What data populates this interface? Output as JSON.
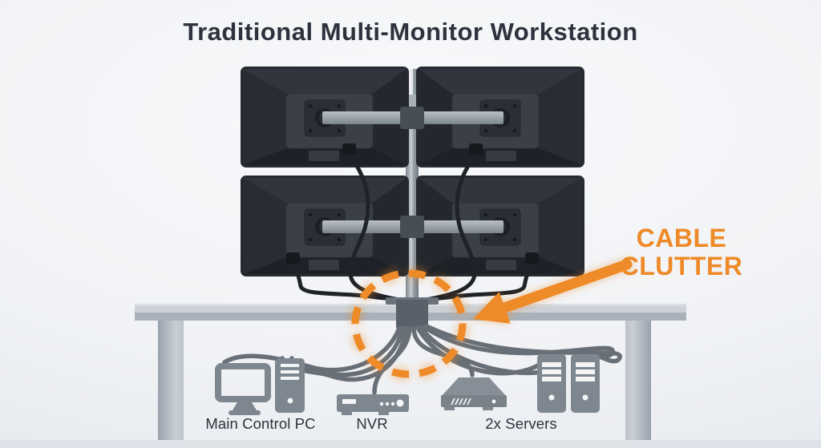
{
  "title": "Traditional Multi-Monitor Workstation",
  "callout": {
    "line1": "CABLE",
    "line2": "CLUTTER"
  },
  "devices": [
    {
      "label": "Main Control PC",
      "icon": "desktop-pc-icon"
    },
    {
      "label": "NVR",
      "icon": "nvr-icon"
    },
    {
      "label": "2x Servers",
      "icon": "server-towers-icon"
    }
  ],
  "scene": {
    "monitor_count": 4,
    "monitor_grid": "2x2",
    "monitor_view": "rear",
    "mount": "pole mount clamped to desk",
    "annotation_target": "cable bundle at desk clamp"
  },
  "colors": {
    "accent_orange": "#ee8a28",
    "monitor_body": "#26292f",
    "mount_gray": "#9aa2ab",
    "desk_gray": "#b6bdc5",
    "device_gray": "#7e868f",
    "cable_dark": "#1f2227",
    "cable_gray": "#686f77",
    "title_text": "#2d323d",
    "background": "#f0f2f5"
  }
}
